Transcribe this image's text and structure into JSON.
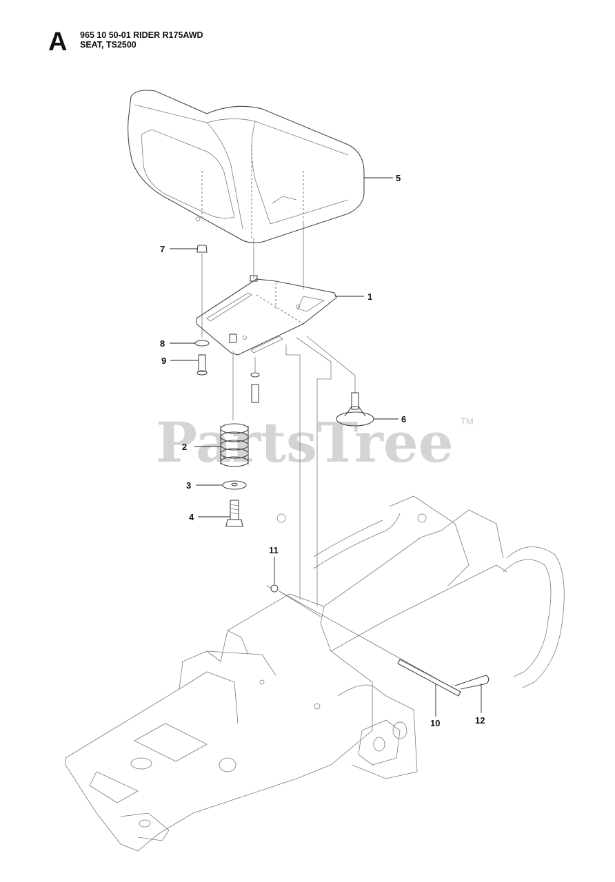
{
  "header": {
    "section_letter": "A",
    "title_line1": "965 10 50-01 RIDER R175AWD",
    "title_line2": "SEAT, TS2500"
  },
  "watermark": {
    "text": "PartsTree",
    "trademark": "TM"
  },
  "callouts": [
    {
      "id": "c1",
      "label": "1"
    },
    {
      "id": "c2",
      "label": "2"
    },
    {
      "id": "c3",
      "label": "3"
    },
    {
      "id": "c4",
      "label": "4"
    },
    {
      "id": "c5",
      "label": "5"
    },
    {
      "id": "c6",
      "label": "6"
    },
    {
      "id": "c7",
      "label": "7"
    },
    {
      "id": "c8",
      "label": "8"
    },
    {
      "id": "c9",
      "label": "9"
    },
    {
      "id": "c10",
      "label": "10"
    },
    {
      "id": "c11",
      "label": "11"
    },
    {
      "id": "c12",
      "label": "12"
    }
  ]
}
